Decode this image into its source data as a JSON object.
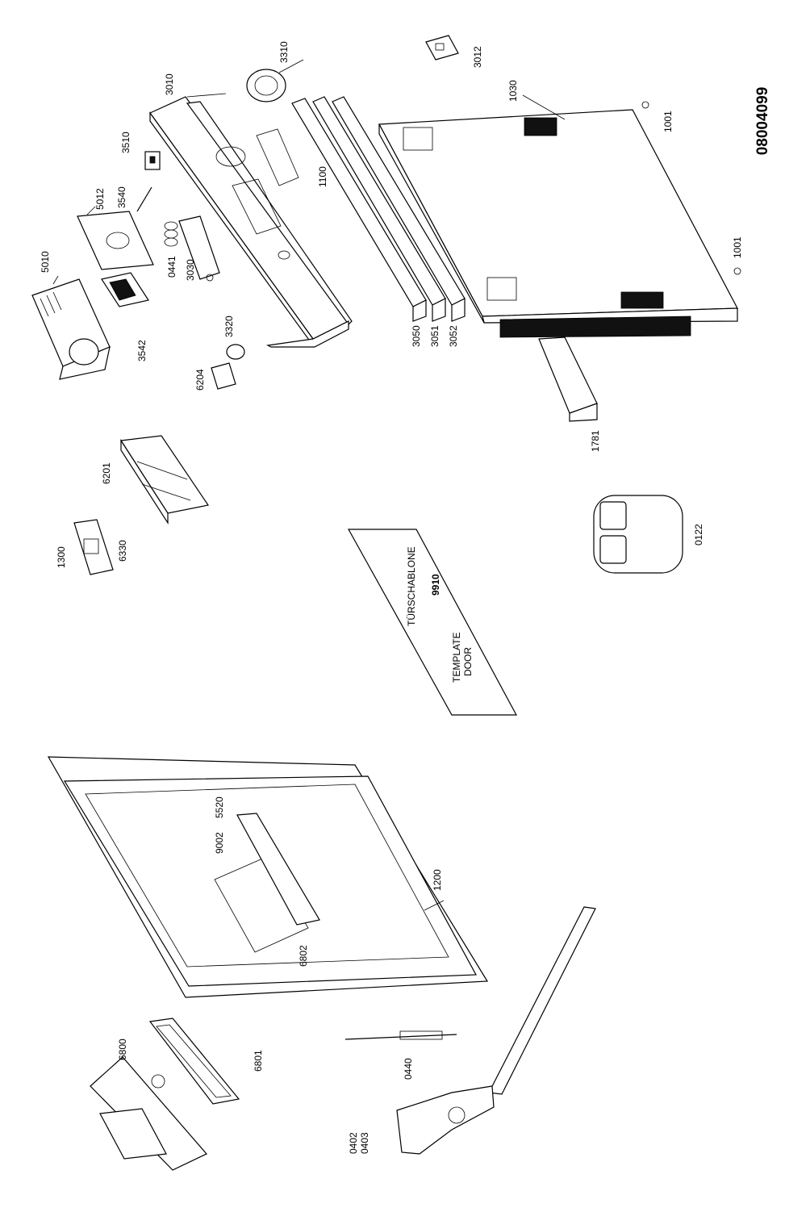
{
  "document_number": "08004099",
  "template": {
    "line1": "TÜRSCHABLONE",
    "line2": "TEMPLATE",
    "line3": "DOOR",
    "part_no": "9910"
  },
  "parts": {
    "p3310": "3310",
    "p3010": "3010",
    "p3510": "3510",
    "p3540": "3540",
    "p5012": "5012",
    "p5010": "5010",
    "p0441": "0441",
    "p3030": "3030",
    "p3542": "3542",
    "p3320": "3320",
    "p6204": "6204",
    "p1100": "1100",
    "p3050": "3050",
    "p3051": "3051",
    "p3052": "3052",
    "p3012": "3012",
    "p1030": "1030",
    "p1001a": "1001",
    "p1001b": "1001",
    "p1781": "1781",
    "p6201": "6201",
    "p1300": "1300",
    "p6330": "6330",
    "p0122": "0122",
    "p5520": "5520",
    "p9002": "9002",
    "p1200": "1200",
    "p6802": "6802",
    "p6800": "6800",
    "p6801": "6801",
    "p0440": "0440",
    "p0402": "0402",
    "p0403": "0403"
  }
}
